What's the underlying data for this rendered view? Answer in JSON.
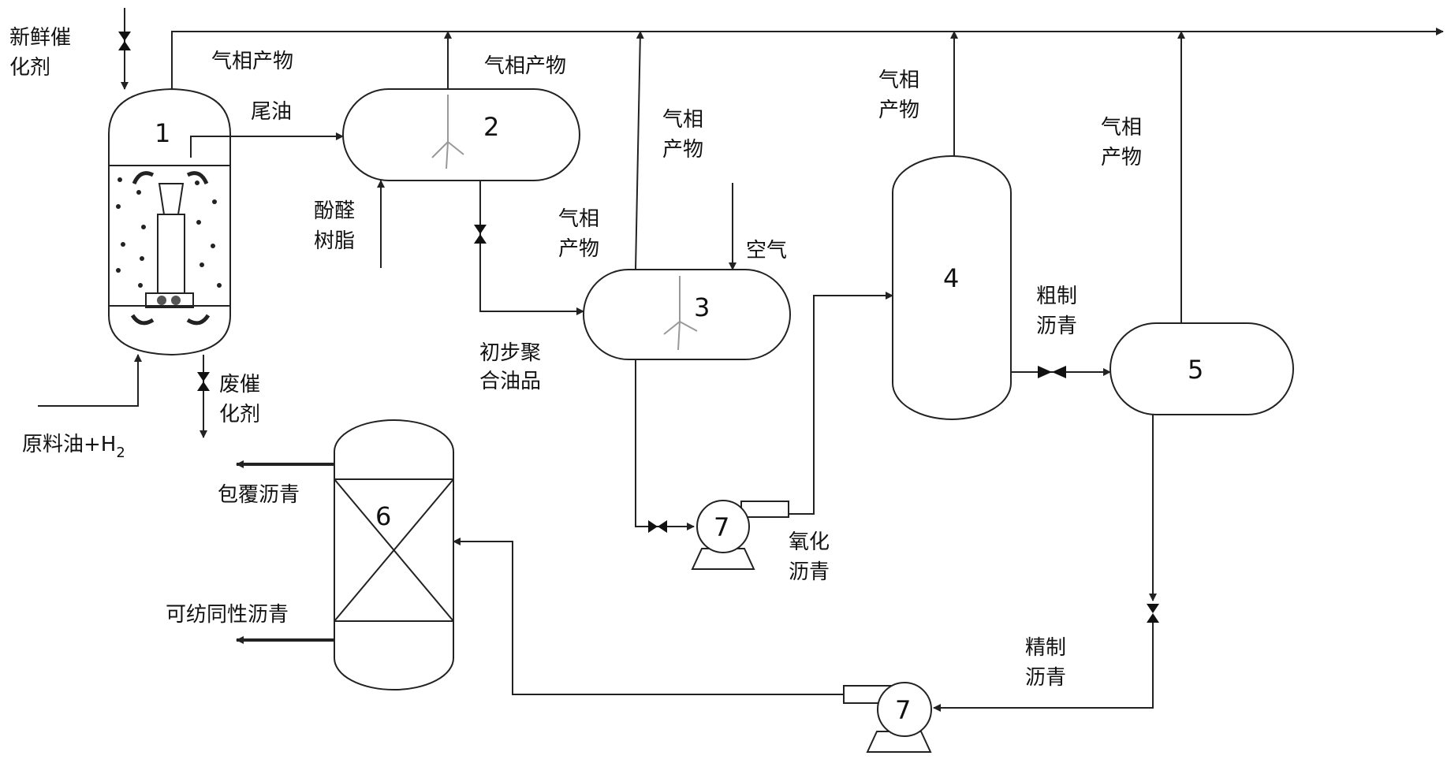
{
  "diagram": {
    "units": {
      "u1": "1",
      "u2": "2",
      "u3": "3",
      "u4": "4",
      "u5": "5",
      "u6": "6",
      "u7a": "7",
      "u7b": "7"
    },
    "labels": {
      "fresh_catalyst": [
        "新鲜催",
        "化剂"
      ],
      "gas_product_top1": "气相产物",
      "gas_product_top2": "气相产物",
      "tail_oil": "尾油",
      "phenolic_resin": [
        "酚醛",
        "树脂"
      ],
      "gas_product_3a": [
        "气相",
        "产物"
      ],
      "gas_product_3b": [
        "气相",
        "产物"
      ],
      "gas_product_4": [
        "气相",
        "产物"
      ],
      "gas_product_5": [
        "气相",
        "产物"
      ],
      "air": "空气",
      "prelim_polymer_oil": [
        "初步聚",
        "合油品"
      ],
      "crude_pitch": [
        "粗制",
        "沥青"
      ],
      "spent_catalyst": [
        "废催",
        "化剂"
      ],
      "feed_oil": "原料油+H",
      "feed_oil_sub": "2",
      "coated_pitch": "包覆沥青",
      "spinnable_pitch": "可纺同性沥青",
      "oxidized_pitch": [
        "氧化",
        "沥青"
      ],
      "refined_pitch": [
        "精制",
        "沥青"
      ]
    }
  }
}
